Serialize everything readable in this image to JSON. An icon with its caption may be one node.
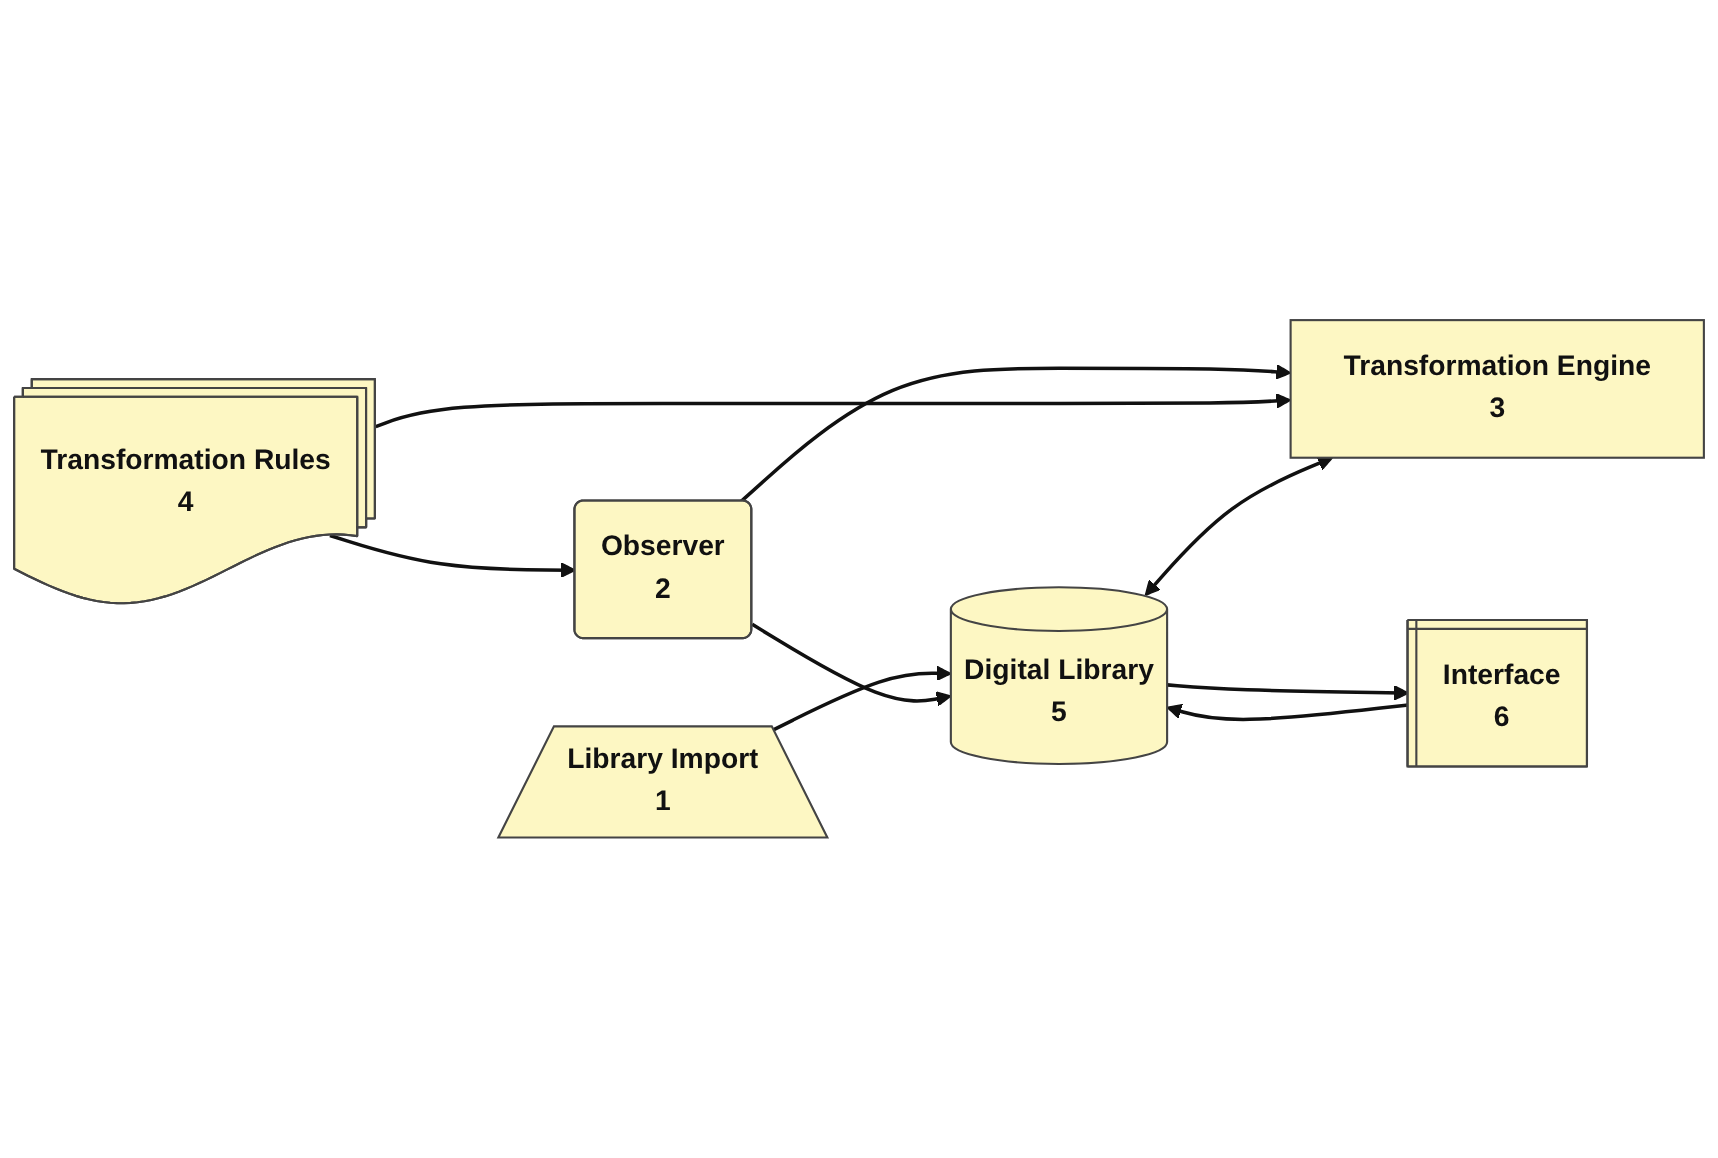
{
  "diagram": {
    "nodes": [
      {
        "text": [
          "Library Import",
          "1"
        ]
      },
      {
        "text": [
          "Observer",
          "2"
        ]
      },
      {
        "text": [
          "Transformation Engine",
          "3"
        ]
      },
      {
        "text": [
          "Transformation Rules",
          "4"
        ]
      },
      {
        "text": [
          "Digital Library",
          "5"
        ]
      },
      {
        "text": [
          "Interface",
          "6"
        ]
      }
    ],
    "edges": [
      {
        "from": 0,
        "to": 4,
        "arrow": "to"
      },
      {
        "from": 1,
        "to": 4,
        "arrow": "to"
      },
      {
        "from": 3,
        "to": 1,
        "arrow": "to"
      },
      {
        "from": 1,
        "to": 2,
        "arrow": "to"
      },
      {
        "from": 3,
        "to": 2,
        "arrow": "to"
      },
      {
        "from": 4,
        "to": 2,
        "arrow": "both"
      },
      {
        "from": 4,
        "to": 5,
        "arrow": "to"
      },
      {
        "from": 5,
        "to": 4,
        "arrow": "to"
      }
    ]
  }
}
